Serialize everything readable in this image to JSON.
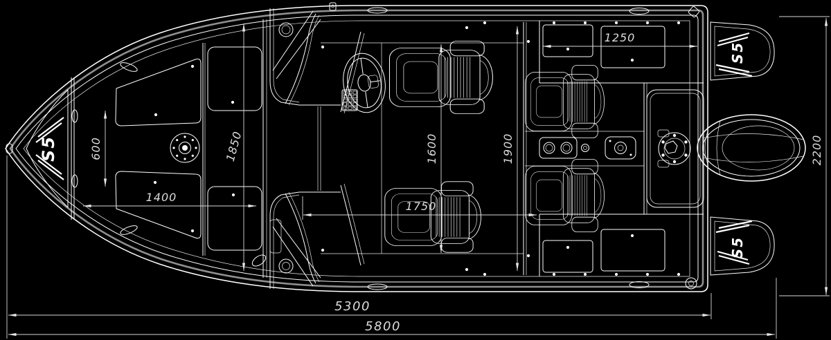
{
  "meta": {
    "drawing_type": "boat-top-view-technical-plan",
    "canvas": "1200x492"
  },
  "colors": {
    "background": "#000000",
    "line": "#ffffff",
    "sheer_band": "#8f8f8f",
    "dim_text": "#dcdcdc"
  },
  "branding": {
    "bow_logo": "S5",
    "stern_top_logo": "S5",
    "stern_bottom_logo": "S5"
  },
  "dimensions": {
    "bow_deck_width": "600",
    "bow_cockpit_width": "1850",
    "bow_lounge_length": "1400",
    "helm_area_length": "1600",
    "cockpit_width": "1900",
    "cockpit_length": "1750",
    "stern_locker_length": "1250",
    "overall_beam": "2200",
    "hull_length": "5300",
    "overall_length": "5800"
  }
}
